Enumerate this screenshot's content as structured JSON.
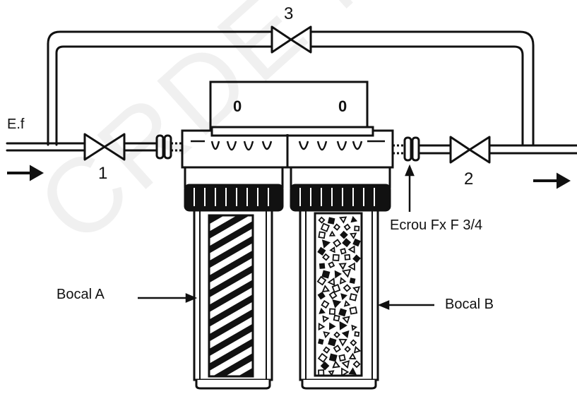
{
  "watermark": "CRDE Nord P",
  "labels": {
    "inlet": "E.f",
    "valve1": "1",
    "valve2": "2",
    "valve3": "3",
    "nut": "Ecrou Fx F 3/4",
    "bowl_a": "Bocal A",
    "bowl_b": "Bocal B",
    "head_mark_left": "0",
    "head_mark_right": "0"
  },
  "colors": {
    "ink": "#111111",
    "paper": "#ffffff"
  }
}
